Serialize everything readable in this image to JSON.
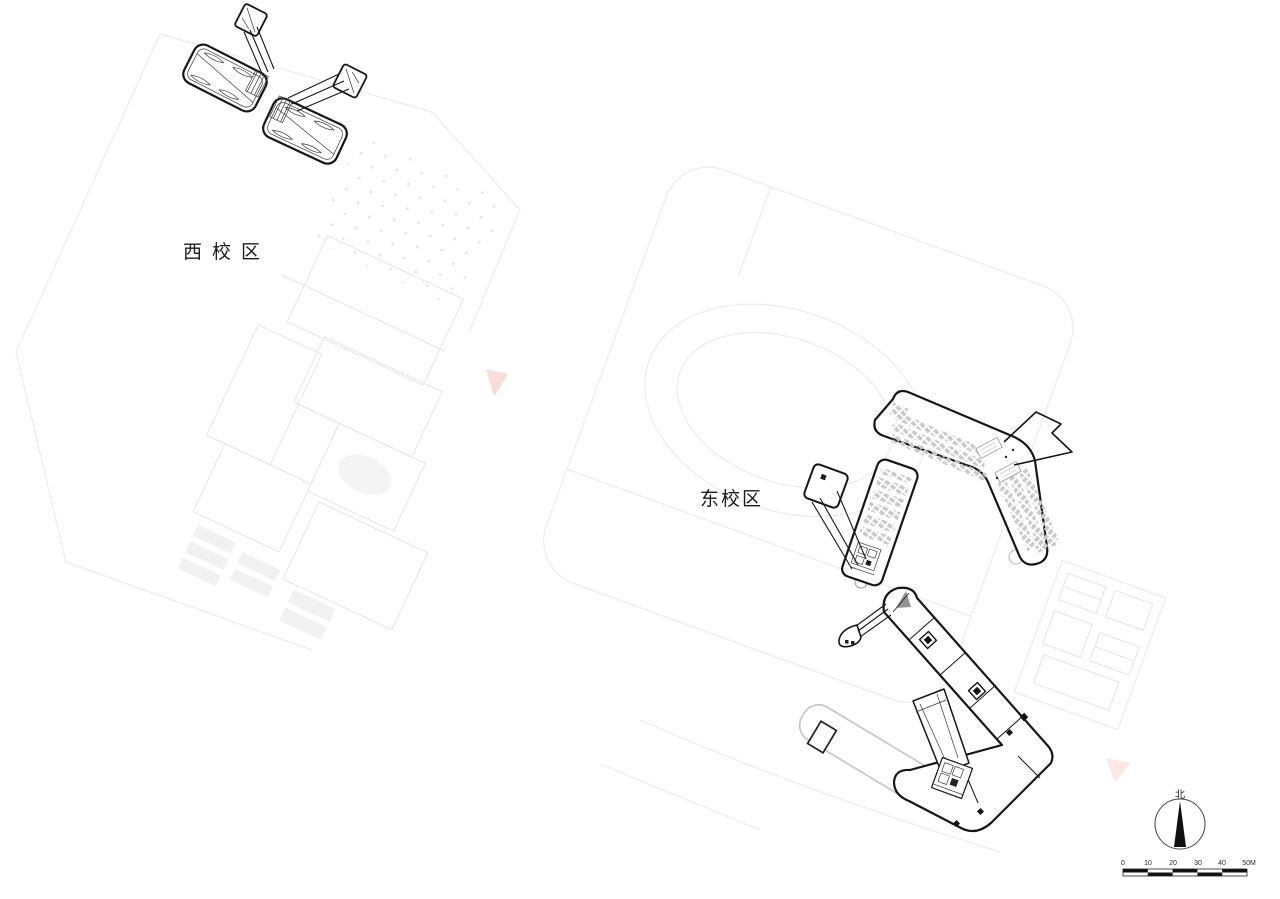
{
  "labels": {
    "west_campus": "西校区",
    "east_campus": "东校区"
  },
  "compass": {
    "north_label": "北"
  },
  "scale_bar": {
    "ticks": [
      "0",
      "10",
      "20",
      "30",
      "40",
      "50M"
    ]
  },
  "markers": {
    "west_entrance": "entrance-triangle",
    "east_entrance": "entrance-triangle"
  },
  "colors": {
    "paper": "#ffffff",
    "ink": "#161616",
    "classroom_grid": "#c9c9c9",
    "context_line": "#ececec",
    "light_building_line": "#c9c9c9",
    "entrance_marker": "#f5c6c2",
    "compass_needle": "#111111"
  }
}
